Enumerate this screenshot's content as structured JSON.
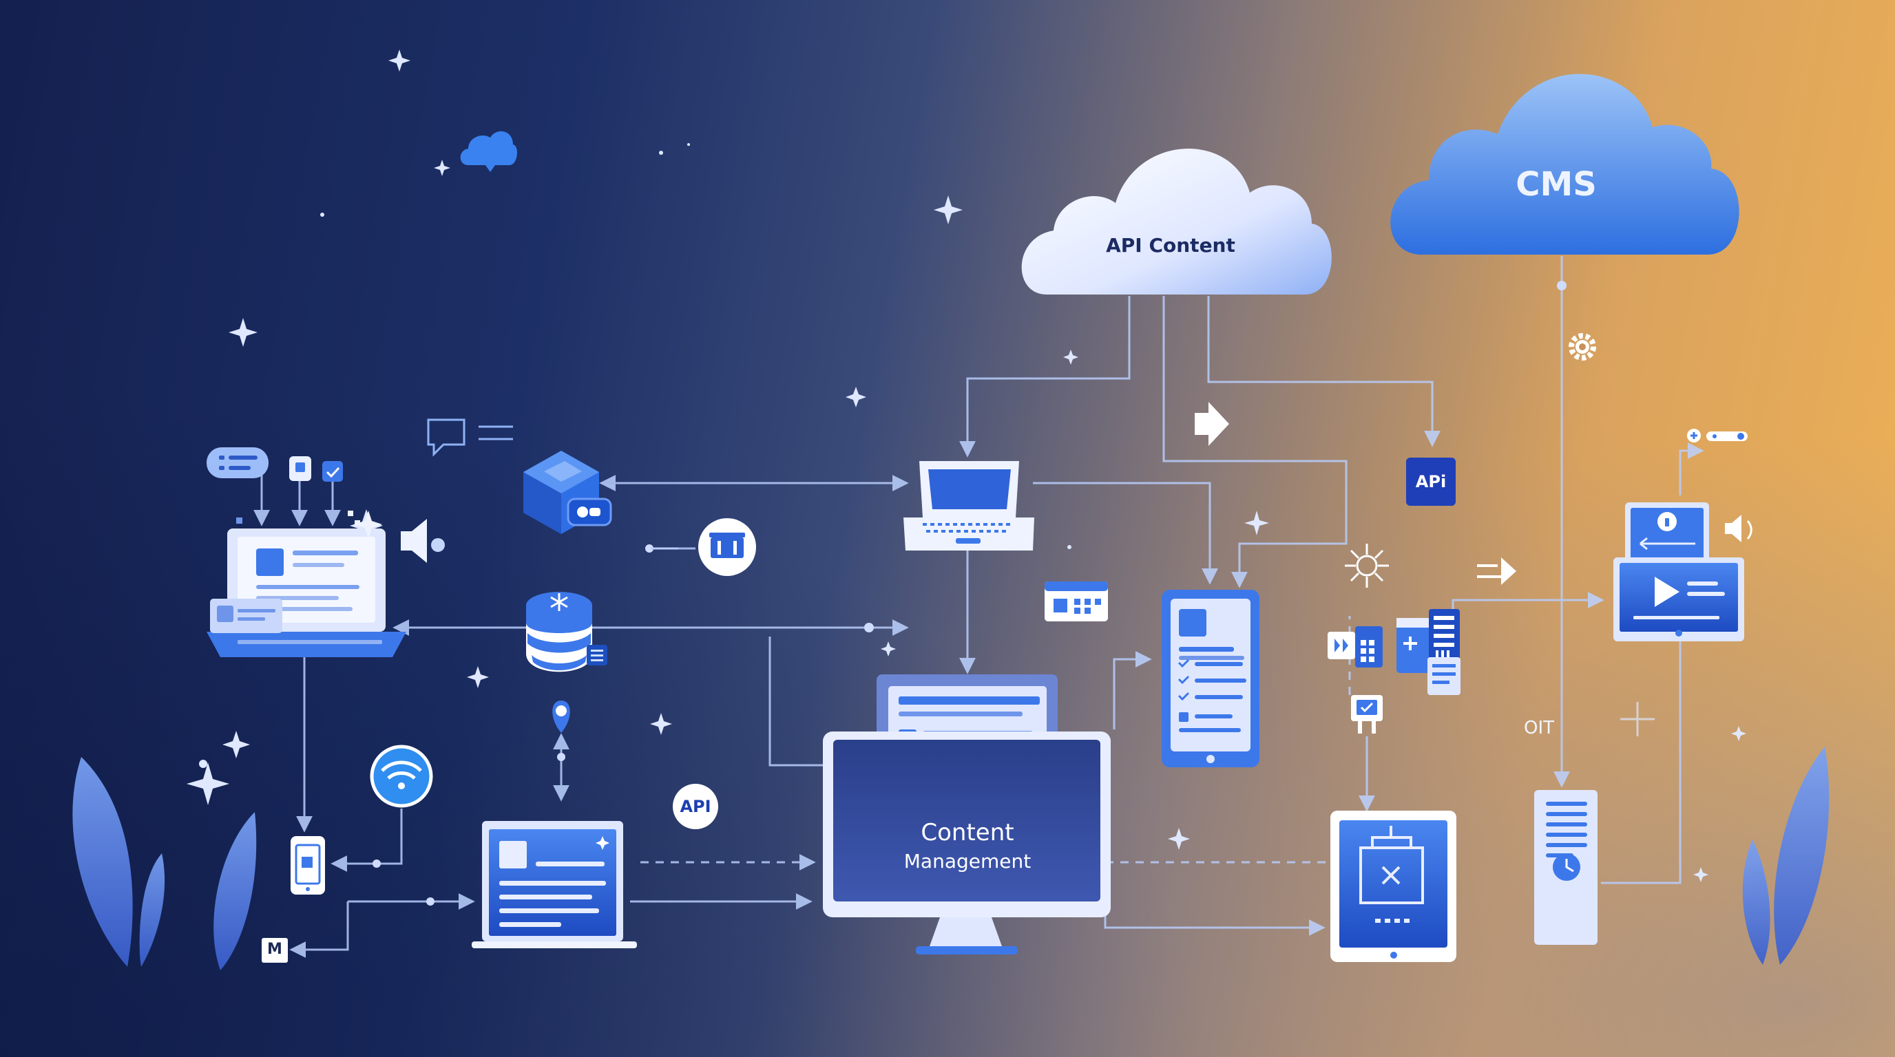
{
  "clouds": {
    "api_content": "API Content",
    "cms": "CMS"
  },
  "nodes": {
    "monitor_title": "Content",
    "monitor_subtitle": "Management",
    "api_badge_dark": "APi",
    "api_badge_round": "API",
    "oit_label": "OIT",
    "small_m_badge": "M"
  },
  "colors": {
    "accent_blue": "#3d7bf0",
    "line": "#bcd2ff",
    "device_white": "#e8eeff",
    "screen_blue": "#2f63d9"
  },
  "icons": [
    "cloud-icon",
    "laptop-icon",
    "database-icon",
    "cube-icon",
    "wifi-icon",
    "gear-icon",
    "speaker-icon",
    "phone-icon",
    "tablet-icon",
    "server-icon",
    "video-icon",
    "calendar-icon",
    "sparkle-icon",
    "location-pin-icon",
    "chat-icon",
    "leaf-icon"
  ]
}
